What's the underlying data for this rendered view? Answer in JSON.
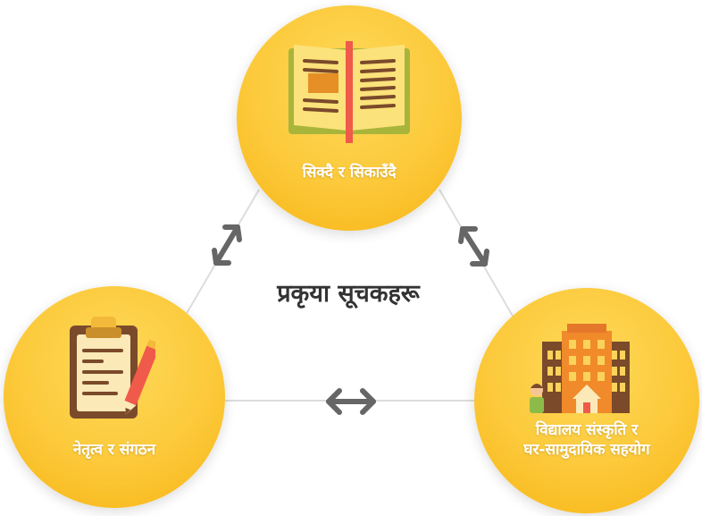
{
  "title": "प्रकृया सूचकहरू",
  "nodes": {
    "top": {
      "label": "सिक्दै र सिकाउँदै",
      "icon": "open-book-icon"
    },
    "left": {
      "label": "नेतृत्व र संगठन",
      "icon": "clipboard-pencil-icon"
    },
    "right": {
      "label_line1": "विद्यालय संस्कृति र",
      "label_line2": "घर-सामुदायिक सहयोग",
      "icon": "school-community-icon"
    }
  },
  "colors": {
    "node_fill": "#fcc93a",
    "node_edge": "#f7b413",
    "connector": "#dddddd",
    "arrow": "#666666",
    "title": "#333333"
  }
}
